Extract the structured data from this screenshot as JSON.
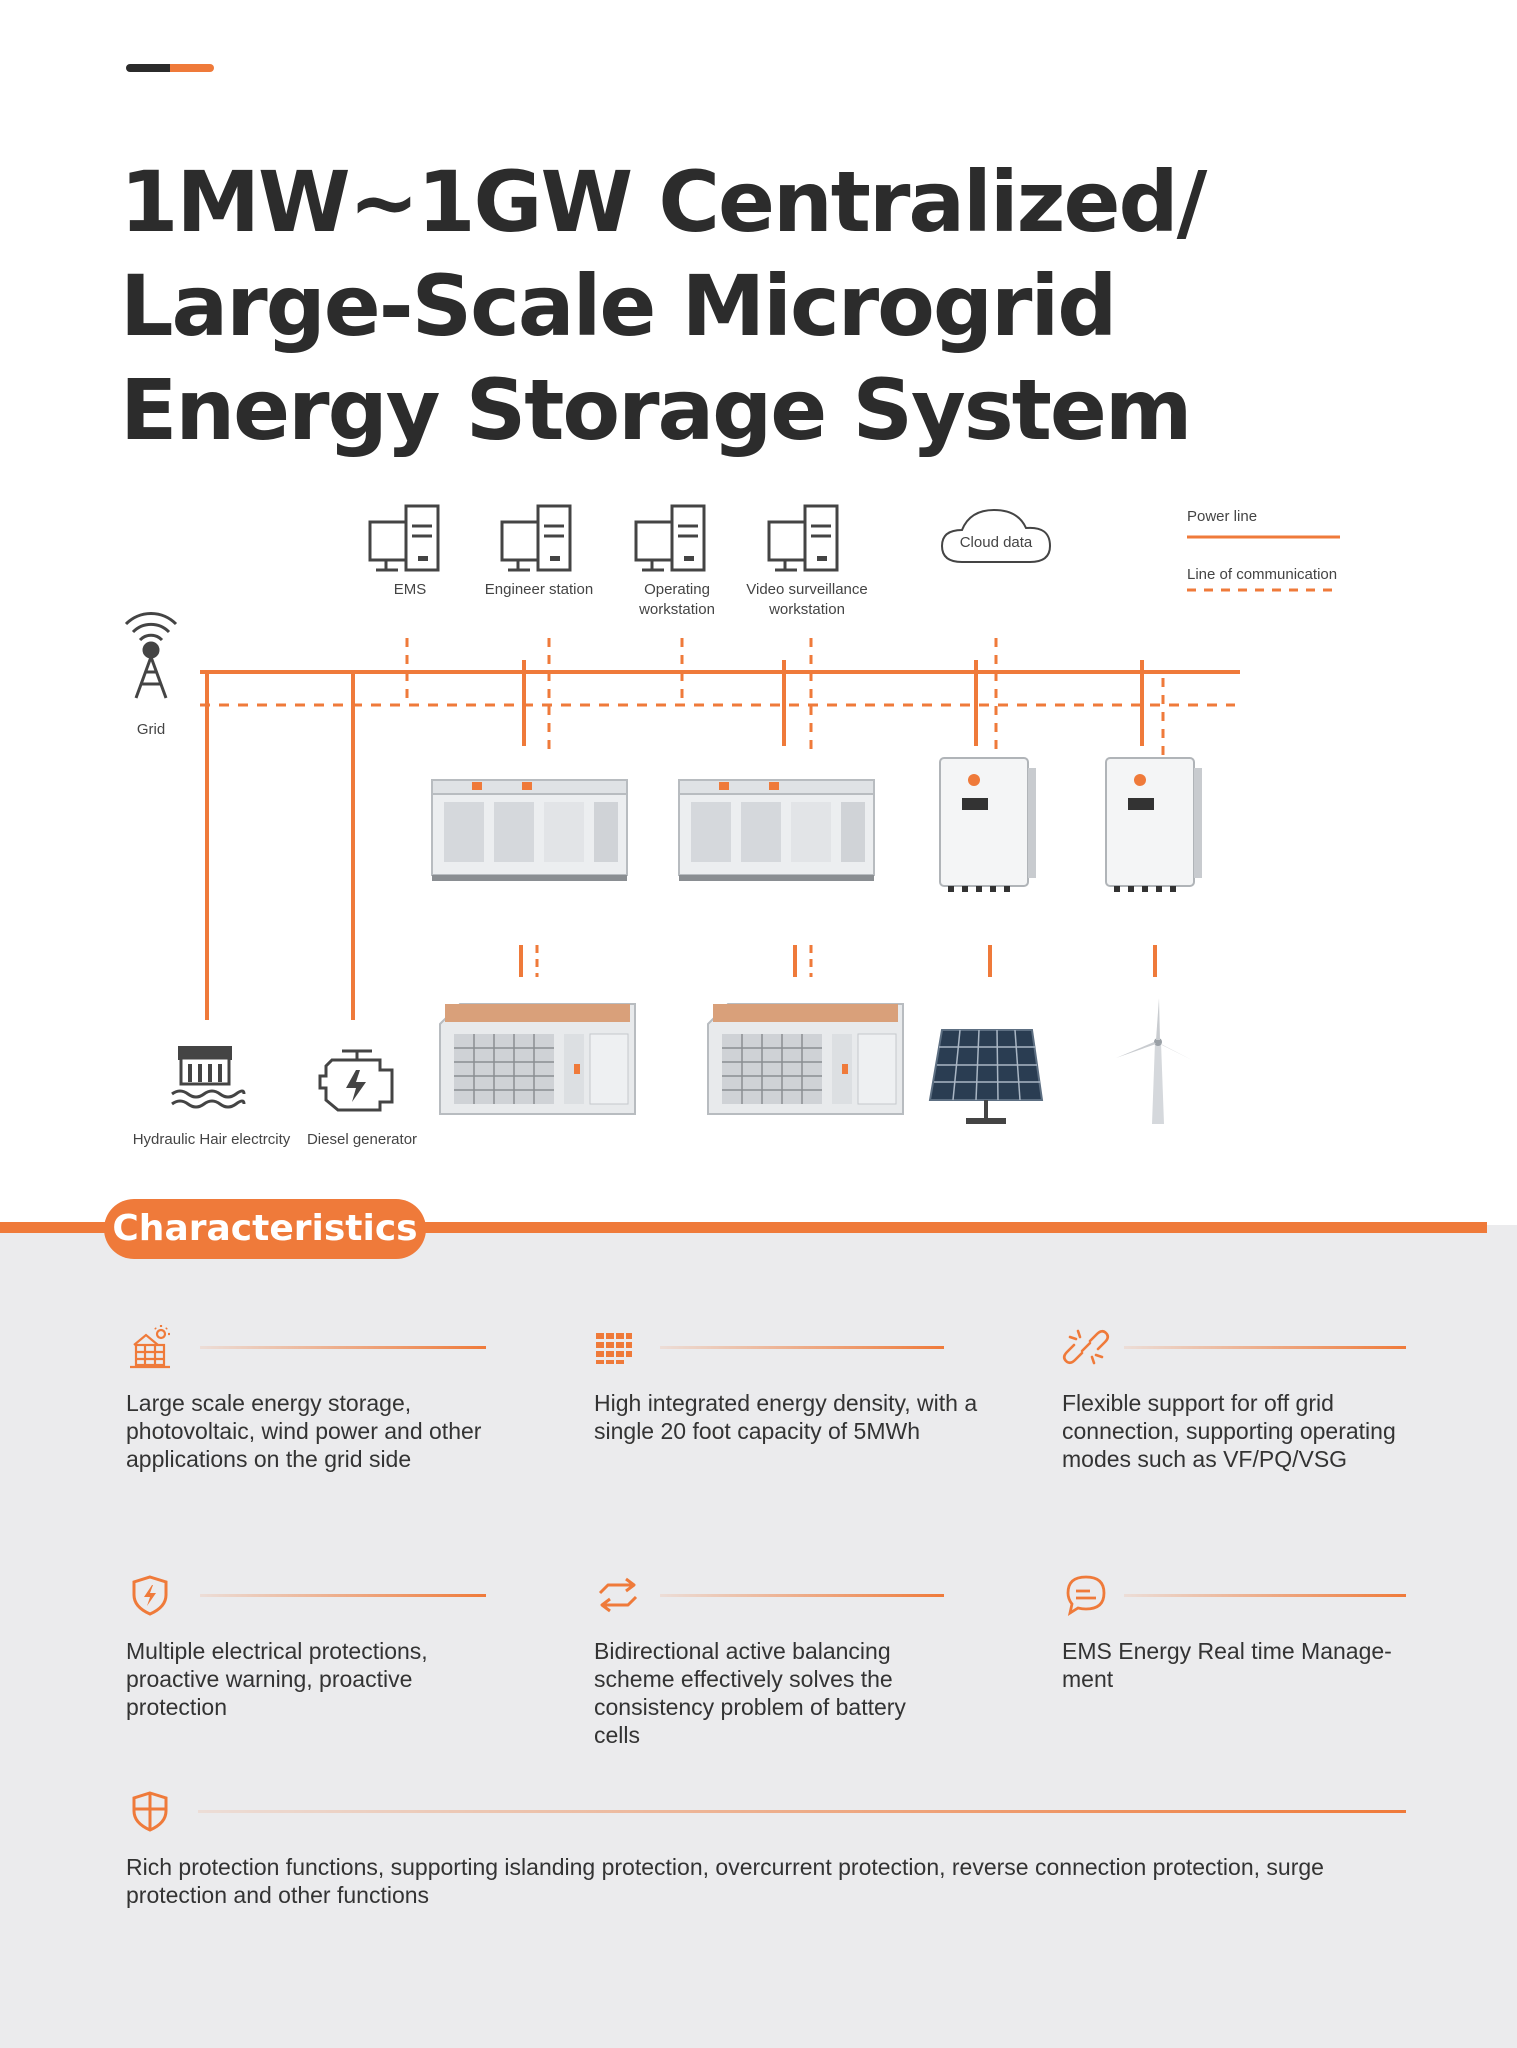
{
  "title": "1MW~1GW Centralized/ Large-Scale Microgrid Energy Storage System",
  "diagram": {
    "nodes": {
      "ems": "EMS",
      "engineer_station": "Engineer station",
      "operating_workstation": "Operating workstation",
      "video_surveillance_workstation": "Video surveillance workstation",
      "cloud_data": "Cloud data",
      "grid": "Grid",
      "hydraulic": "Hydraulic Hair electrcity",
      "diesel": "Diesel generator"
    },
    "legend": {
      "power_line": "Power line",
      "communication_line": "Line of communication"
    },
    "colors": {
      "accent": "#ef7a3a",
      "icon": "#444444"
    }
  },
  "characteristics": {
    "heading": "Characteristics",
    "items": [
      {
        "icon": "solar-house-icon",
        "text": "Large scale energy storage, photovoltaic, wind power and other applications on the grid side"
      },
      {
        "icon": "grid-dots-icon",
        "text": "High integrated energy density, with a single 20 foot capacity of 5MWh"
      },
      {
        "icon": "broken-link-icon",
        "text": "Flexible support for off grid connection, supporting operating modes such as VF/PQ/VSG"
      },
      {
        "icon": "shield-bolt-icon",
        "text": "Multiple electrical protections, proactive warning, proactive protection"
      },
      {
        "icon": "bidirectional-arrows-icon",
        "text": "Bidirectional active balancing scheme effectively solves the consistency problem of battery cells"
      },
      {
        "icon": "chat-bubble-icon",
        "text": "EMS Energy Real time Manage-ment"
      },
      {
        "icon": "shield-icon",
        "text": "Rich protection functions, supporting islanding protection, overcurrent protection, reverse connection protection, surge protection and other functions"
      }
    ]
  }
}
